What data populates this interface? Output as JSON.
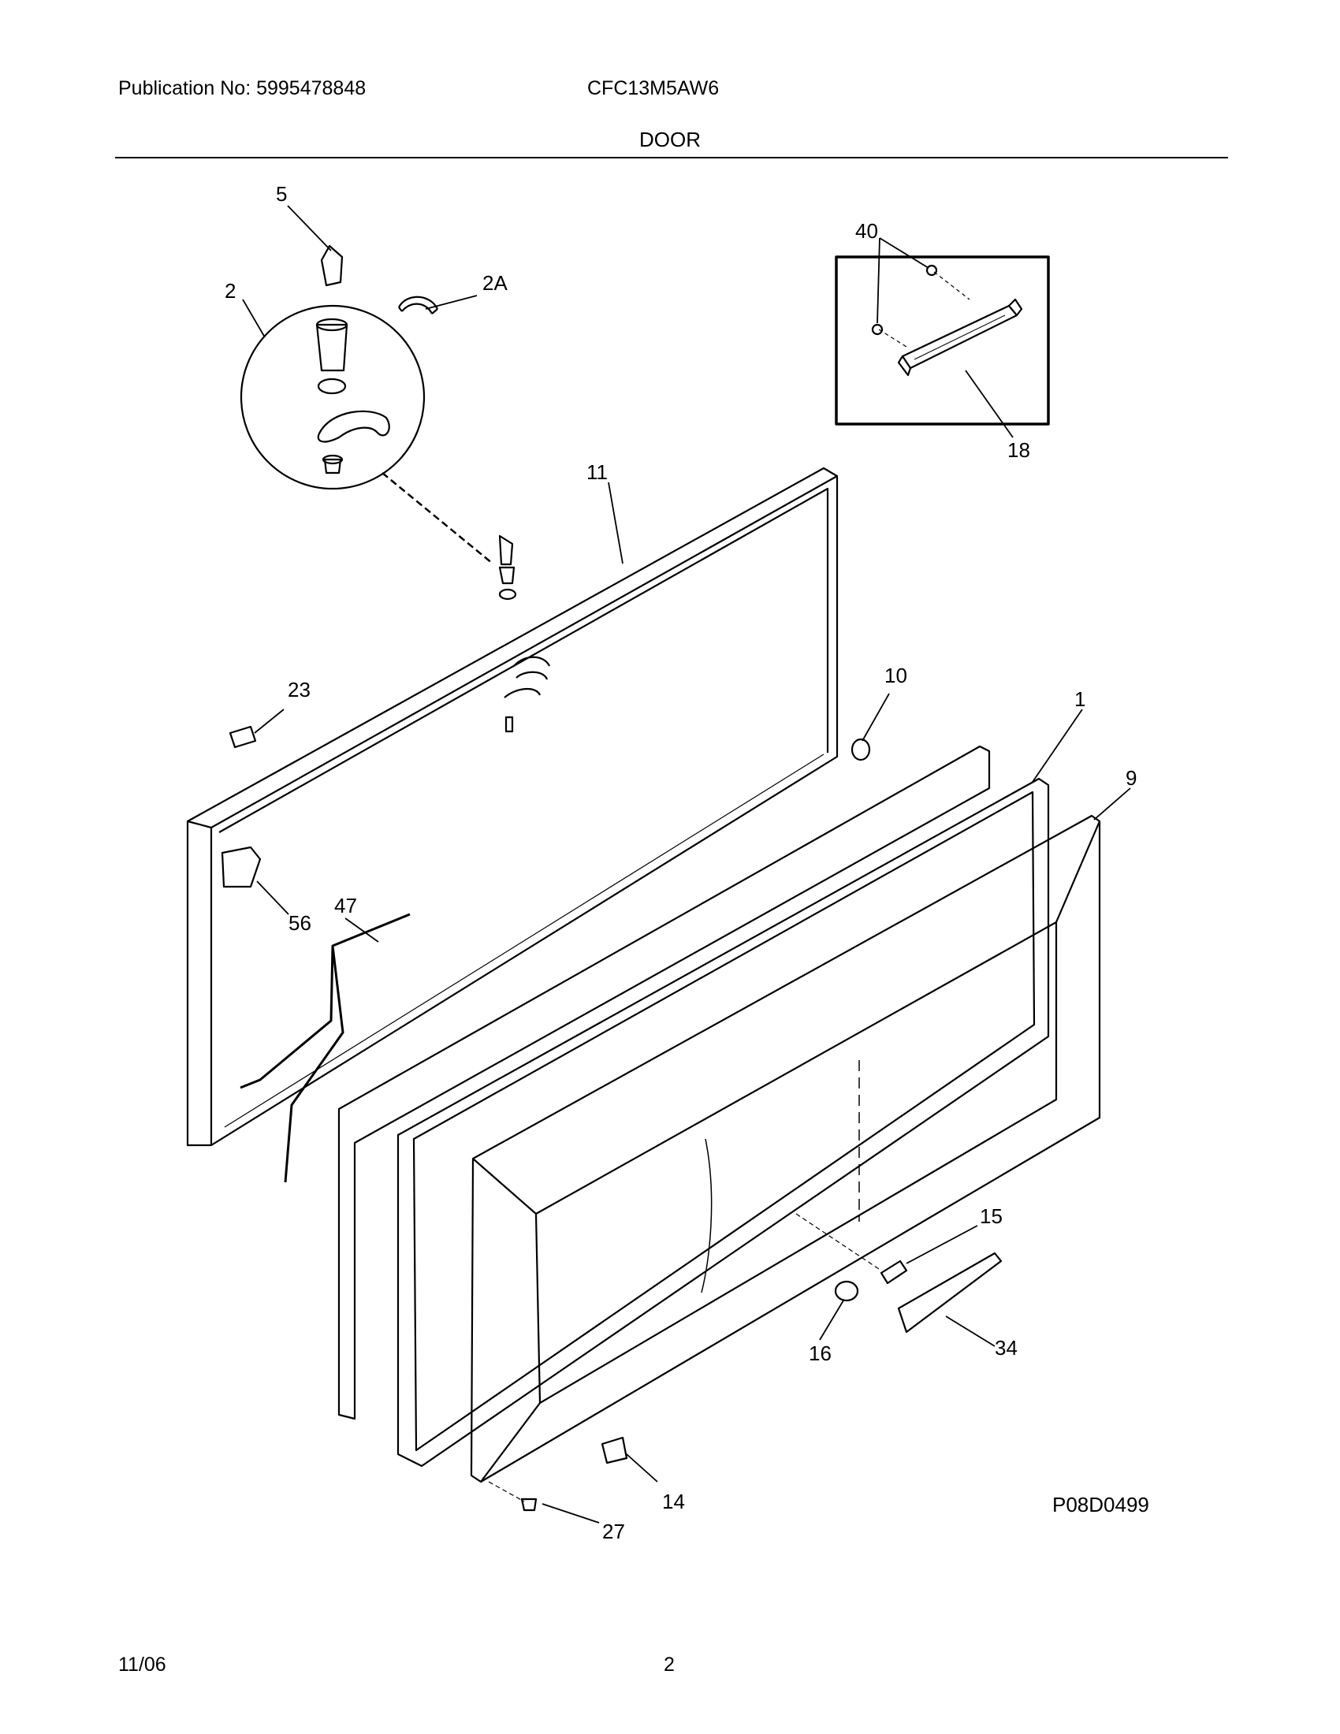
{
  "header": {
    "publication": "Publication No: 5995478848",
    "model": "CFC13M5AW6",
    "section": "DOOR"
  },
  "diagram": {
    "drawing_code": "P08D0499",
    "callouts": [
      "5",
      "2",
      "2A",
      "40",
      "18",
      "11",
      "23",
      "10",
      "1",
      "9",
      "47",
      "56",
      "15",
      "16",
      "34",
      "14",
      "27"
    ]
  },
  "footer": {
    "date": "11/06",
    "page": "2"
  }
}
